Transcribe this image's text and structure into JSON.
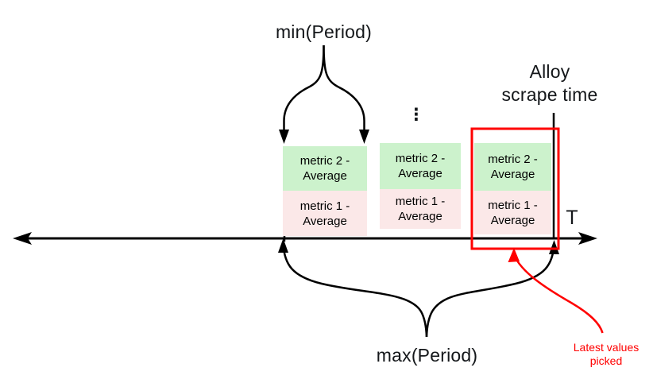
{
  "diagram": {
    "title_implicit": "metrics averaging over periods relative to Alloy scrape time",
    "min_period_label": "min(Period)",
    "max_period_label": "max(Period)",
    "scrape_time_label": "Alloy\nscrape time",
    "t_axis_label": "T",
    "latest_values_label": "Latest values\npicked",
    "ellipsis": "⋮"
  },
  "metric_groups": [
    {
      "segments": [
        {
          "label": "metric 2 - Average"
        },
        {
          "label": "metric 1 - Average"
        }
      ]
    },
    {
      "segments": [
        {
          "label": "metric 2 - Average"
        },
        {
          "label": "metric 1 - Average"
        }
      ]
    },
    {
      "segments": [
        {
          "label": "metric 2 - Average"
        },
        {
          "label": "metric 1 - Average"
        }
      ]
    }
  ],
  "colors": {
    "metric2_fill": "#ccf2cc",
    "metric1_fill": "#fbe8e8",
    "highlight_red": "#ff0000",
    "ink": "#14171a"
  }
}
